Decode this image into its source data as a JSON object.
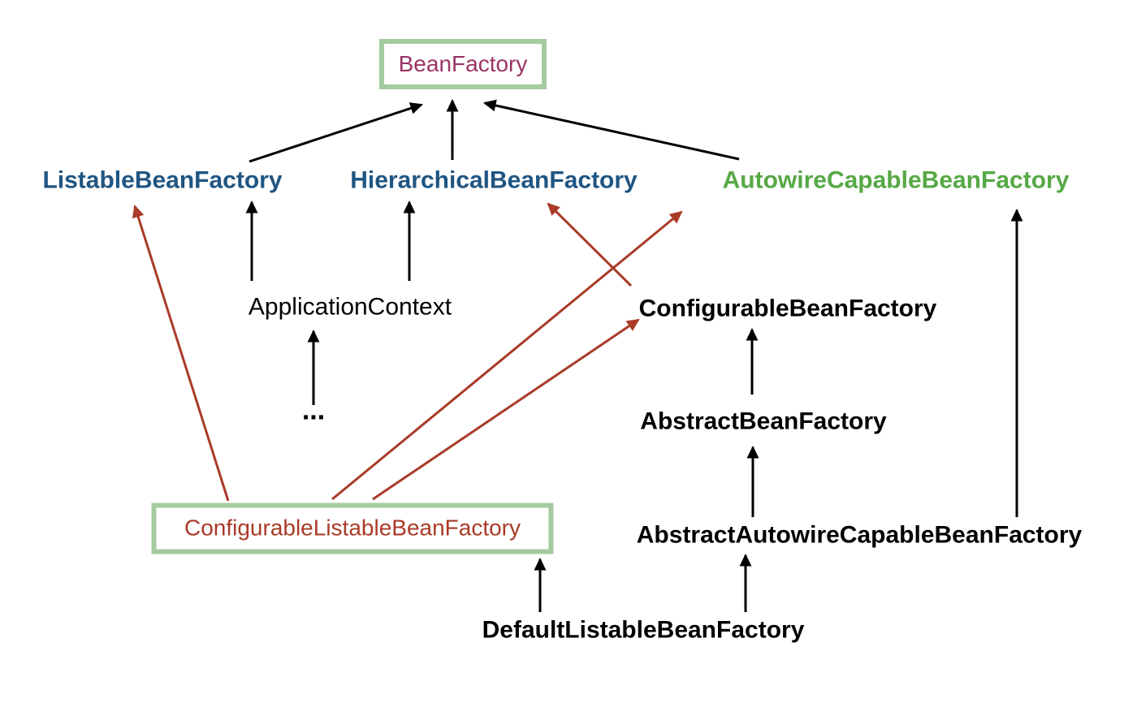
{
  "diagram": {
    "title": "BeanFactory class hierarchy",
    "colors": {
      "root_purple": "#9a3566",
      "interface_blue": "#1f5582",
      "interface_green": "#56a845",
      "highlight_red": "#a93b28",
      "text_black": "#000000",
      "box_border": "#a5cba1",
      "arrow_black": "#000000",
      "arrow_red": "#a93b28"
    },
    "nodes": [
      {
        "id": "bean-factory",
        "label": "BeanFactory",
        "color": "root_purple",
        "bold": false,
        "boxed": true
      },
      {
        "id": "listable-bean-factory",
        "label": "ListableBeanFactory",
        "color": "interface_blue",
        "bold": true,
        "boxed": false
      },
      {
        "id": "hierarchical-bean-factory",
        "label": "HierarchicalBeanFactory",
        "color": "interface_blue",
        "bold": true,
        "boxed": false
      },
      {
        "id": "autowire-capable-bean-factory",
        "label": "AutowireCapableBeanFactory",
        "color": "interface_green",
        "bold": true,
        "boxed": false
      },
      {
        "id": "application-context",
        "label": "ApplicationContext",
        "color": "text_black",
        "bold": false,
        "boxed": false
      },
      {
        "id": "ellipsis",
        "label": "...",
        "color": "text_black",
        "bold": true,
        "boxed": false
      },
      {
        "id": "configurable-bean-factory",
        "label": "ConfigurableBeanFactory",
        "color": "text_black",
        "bold": true,
        "boxed": false
      },
      {
        "id": "abstract-bean-factory",
        "label": "AbstractBeanFactory",
        "color": "text_black",
        "bold": true,
        "boxed": false
      },
      {
        "id": "configurable-listable-bean-factory",
        "label": "ConfigurableListableBeanFactory",
        "color": "highlight_red",
        "bold": false,
        "boxed": true
      },
      {
        "id": "abstract-autowire-capable-bean-factory",
        "label": "AbstractAutowireCapableBeanFactory",
        "color": "text_black",
        "bold": true,
        "boxed": false
      },
      {
        "id": "default-listable-bean-factory",
        "label": "DefaultListableBeanFactory",
        "color": "text_black",
        "bold": true,
        "boxed": false
      }
    ],
    "edges": [
      {
        "from": "listable-bean-factory",
        "to": "bean-factory",
        "color": "arrow_black"
      },
      {
        "from": "hierarchical-bean-factory",
        "to": "bean-factory",
        "color": "arrow_black"
      },
      {
        "from": "autowire-capable-bean-factory",
        "to": "bean-factory",
        "color": "arrow_black"
      },
      {
        "from": "application-context",
        "to": "listable-bean-factory",
        "color": "arrow_black"
      },
      {
        "from": "application-context",
        "to": "hierarchical-bean-factory",
        "color": "arrow_black"
      },
      {
        "from": "ellipsis",
        "to": "application-context",
        "color": "arrow_black"
      },
      {
        "from": "configurable-listable-bean-factory",
        "to": "listable-bean-factory",
        "color": "arrow_red"
      },
      {
        "from": "configurable-listable-bean-factory",
        "to": "autowire-capable-bean-factory",
        "color": "arrow_red"
      },
      {
        "from": "configurable-listable-bean-factory",
        "to": "configurable-bean-factory",
        "color": "arrow_red"
      },
      {
        "from": "configurable-bean-factory",
        "to": "hierarchical-bean-factory",
        "color": "arrow_red"
      },
      {
        "from": "abstract-bean-factory",
        "to": "configurable-bean-factory",
        "color": "arrow_black"
      },
      {
        "from": "abstract-autowire-capable-bean-factory",
        "to": "abstract-bean-factory",
        "color": "arrow_black"
      },
      {
        "from": "abstract-autowire-capable-bean-factory",
        "to": "autowire-capable-bean-factory",
        "color": "arrow_black"
      },
      {
        "from": "default-listable-bean-factory",
        "to": "configurable-listable-bean-factory",
        "color": "arrow_black"
      },
      {
        "from": "default-listable-bean-factory",
        "to": "abstract-autowire-capable-bean-factory",
        "color": "arrow_black"
      }
    ]
  }
}
